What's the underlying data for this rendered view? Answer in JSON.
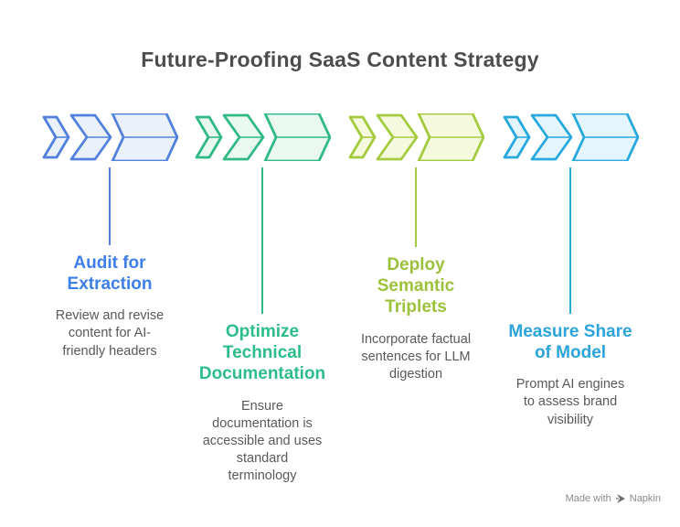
{
  "title": "Future-Proofing SaaS Content Strategy",
  "steps": [
    {
      "name": "audit-for-extraction",
      "heading": "Audit for\nExtraction",
      "description": "Review and revise\ncontent for AI-\nfriendly headers",
      "colors": {
        "accent": "#5181DC",
        "heading": "#3E7EE8",
        "fill": "#EBF1FB"
      }
    },
    {
      "name": "optimize-technical-documentation",
      "heading": "Optimize\nTechnical\nDocumentation",
      "description": "Ensure\ndocumentation is\naccessible and uses\nstandard\nterminology",
      "colors": {
        "accent": "#2FB984",
        "heading": "#2CBD89",
        "fill": "#E9F9F1"
      }
    },
    {
      "name": "deploy-semantic-triplets",
      "heading": "Deploy\nSemantic\nTriplets",
      "description": "Incorporate factual\nsentences for LLM\ndigestion",
      "colors": {
        "accent": "#A3CB3D",
        "heading": "#9CC23C",
        "fill": "#F5FADF"
      }
    },
    {
      "name": "measure-share-of-model",
      "heading": "Measure Share\nof Model",
      "description": "Prompt AI engines\nto assess brand\nvisibility",
      "colors": {
        "accent": "#27A9DE",
        "heading": "#2BA3DB",
        "fill": "#E4F5FD"
      }
    }
  ],
  "footer": {
    "made_with": "Made with",
    "brand": "Napkin"
  },
  "palette": {
    "title_color": "#4d4d4d",
    "description_color": "#595959",
    "footer_color": "#8a8a8a"
  }
}
